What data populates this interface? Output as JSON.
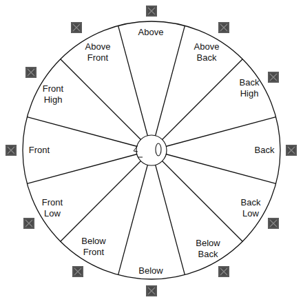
{
  "diagram": {
    "labels": [
      "Above",
      "Above Front",
      "Above Back",
      "Front High",
      "Back High",
      "Front",
      "Back",
      "Front Low",
      "Back Low",
      "Below Front",
      "Below Back",
      "Below"
    ]
  }
}
